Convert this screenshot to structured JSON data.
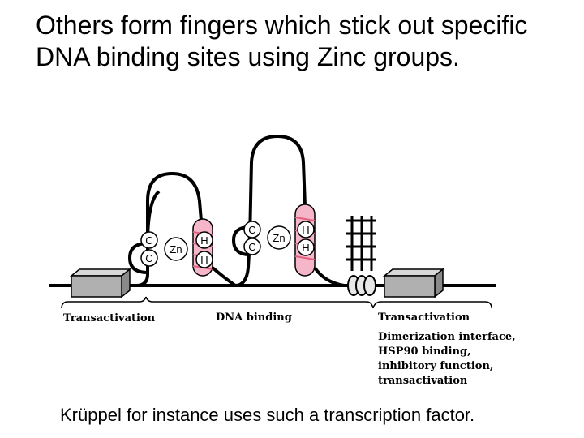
{
  "title": "Others form fingers which stick out specific DNA binding sites using Zinc groups.",
  "caption": "Krüppel for instance uses such a transcription factor.",
  "diagram": {
    "finger1": {
      "c_top": "C",
      "c_bot": "C",
      "zn": "Zn",
      "h_top": "H",
      "h_bot": "H"
    },
    "finger2": {
      "c_top": "C",
      "c_bot": "C",
      "zn": "Zn",
      "h_top": "H",
      "h_bot": "H"
    },
    "labels": {
      "transactivation_left": "Transactivation",
      "dna_binding": "DNA binding",
      "transactivation_right": "Transactivation",
      "right_functions": [
        "Dimerization interface,",
        "HSP90 binding,",
        "inhibitory function,",
        "transactivation"
      ]
    },
    "colors": {
      "helix_fill": "#f4b6c8",
      "helix_stripe": "#e0607f",
      "box_fill": "#b8b8b8",
      "strand": "#000000"
    }
  }
}
